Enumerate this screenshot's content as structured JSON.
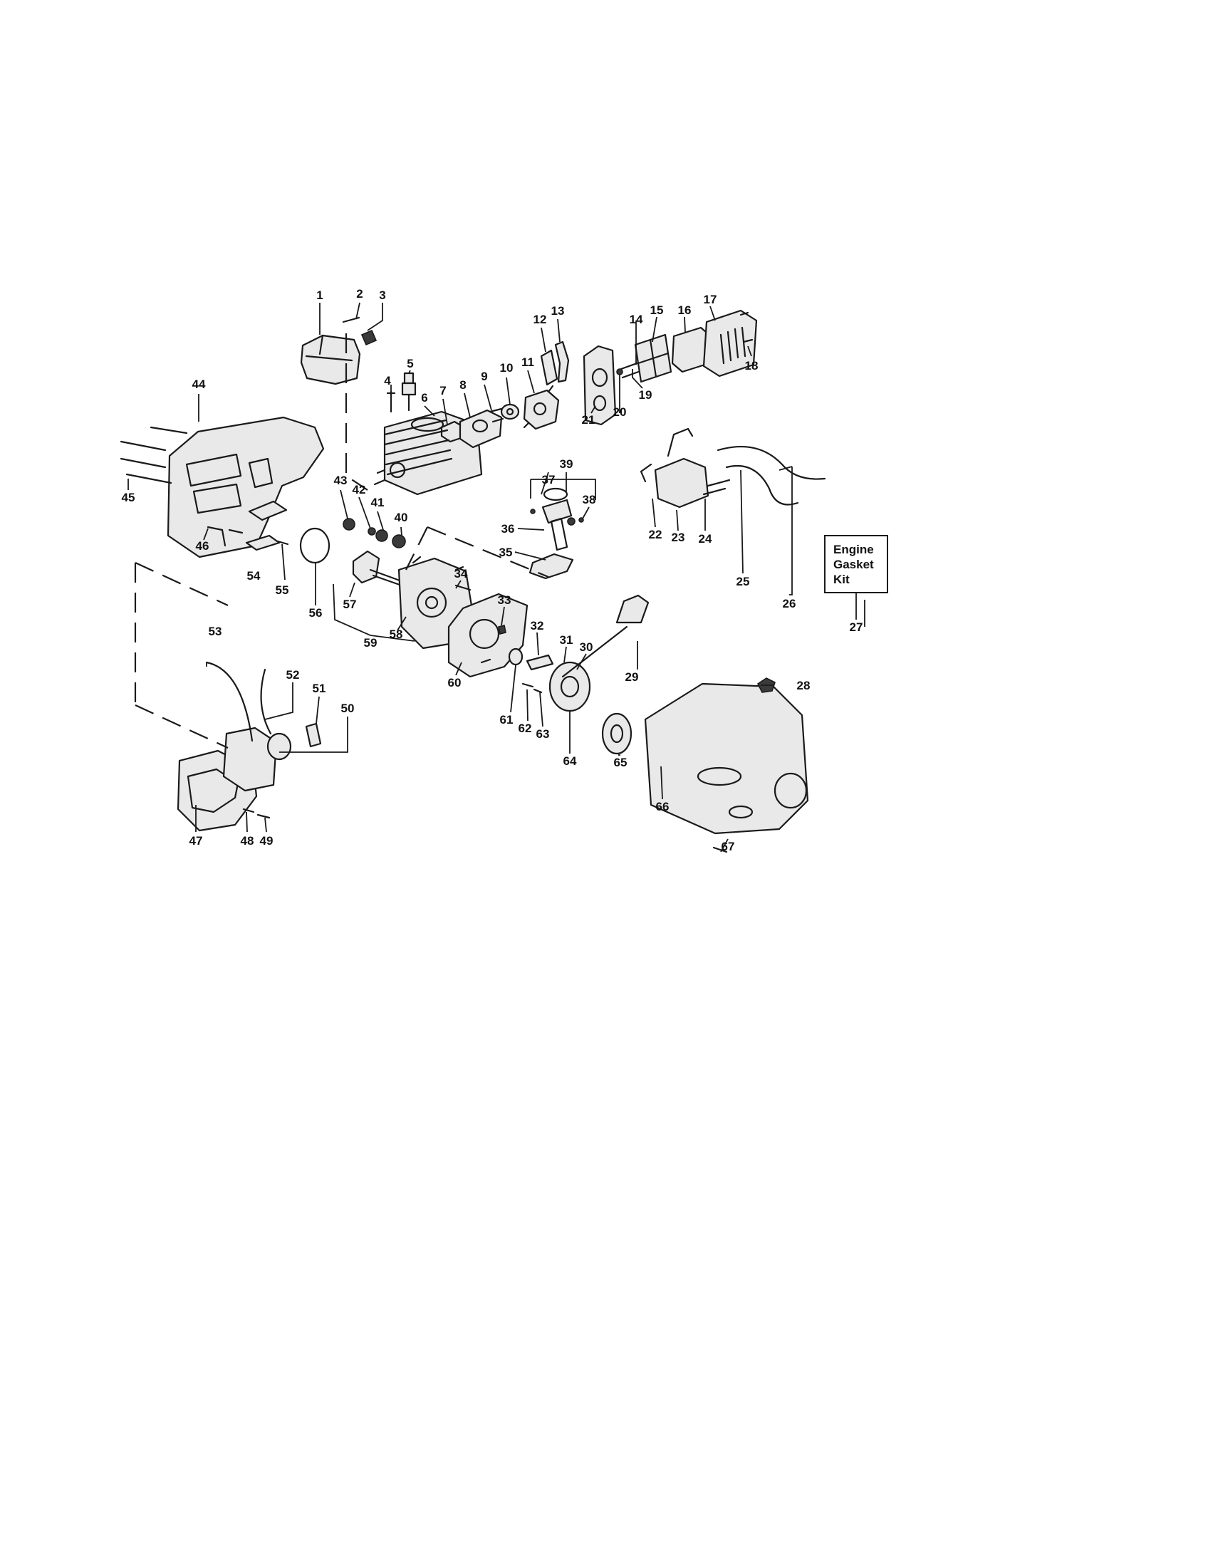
{
  "callouts": [
    "1",
    "2",
    "3",
    "4",
    "5",
    "6",
    "7",
    "8",
    "9",
    "10",
    "11",
    "12",
    "13",
    "14",
    "15",
    "16",
    "17",
    "18",
    "19",
    "20",
    "21",
    "22",
    "23",
    "24",
    "25",
    "26",
    "27",
    "28",
    "29",
    "30",
    "31",
    "32",
    "33",
    "34",
    "35",
    "36",
    "37",
    "38",
    "39",
    "40",
    "41",
    "42",
    "43",
    "44",
    "45",
    "46",
    "47",
    "48",
    "49",
    "50",
    "51",
    "52",
    "53",
    "54",
    "55",
    "56",
    "57",
    "58",
    "59",
    "60",
    "61",
    "62",
    "63",
    "64",
    "65",
    "66",
    "67"
  ],
  "kit_box": {
    "line1": "Engine",
    "line2": "Gasket",
    "line3": "Kit"
  }
}
